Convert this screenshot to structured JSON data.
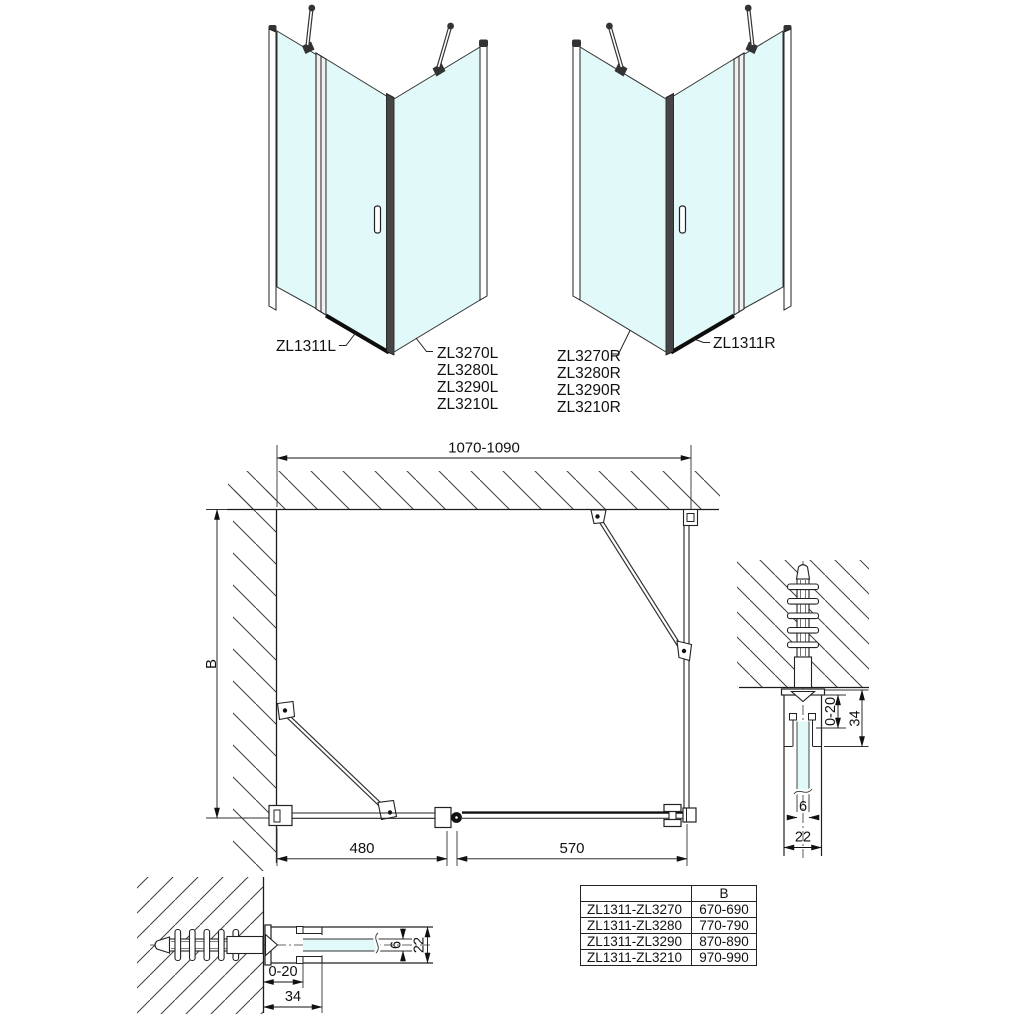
{
  "colors": {
    "glass": "#e1f9f9",
    "line": "#1f1f1f",
    "hatch": "#3f3f3f"
  },
  "left_view": {
    "door_label": "ZL1311L",
    "panel_labels": [
      "ZL3270L",
      "ZL3280L",
      "ZL3290L",
      "ZL3210L"
    ]
  },
  "right_view": {
    "door_label": "ZL1311R",
    "panel_labels": [
      "ZL3270R",
      "ZL3280R",
      "ZL3290R",
      "ZL3210R"
    ]
  },
  "plan": {
    "width_dim": "1070-1090",
    "depth_dim": "B",
    "fixed_dim": "480",
    "door_dim": "570"
  },
  "wall_detail_side": {
    "adjust_dim": "0-20",
    "profile_dim": "34",
    "glass_dim": "6",
    "total_dim": "22"
  },
  "wall_detail_front": {
    "adjust_dim": "0-20",
    "profile_dim": "34",
    "glass_dim": "6",
    "total_dim": "22"
  },
  "size_table": {
    "col_header": "B",
    "rows": [
      {
        "model": "ZL1311-ZL3270",
        "b": "670-690"
      },
      {
        "model": "ZL1311-ZL3280",
        "b": "770-790"
      },
      {
        "model": "ZL1311-ZL3290",
        "b": "870-890"
      },
      {
        "model": "ZL1311-ZL3210",
        "b": "970-990"
      }
    ]
  }
}
